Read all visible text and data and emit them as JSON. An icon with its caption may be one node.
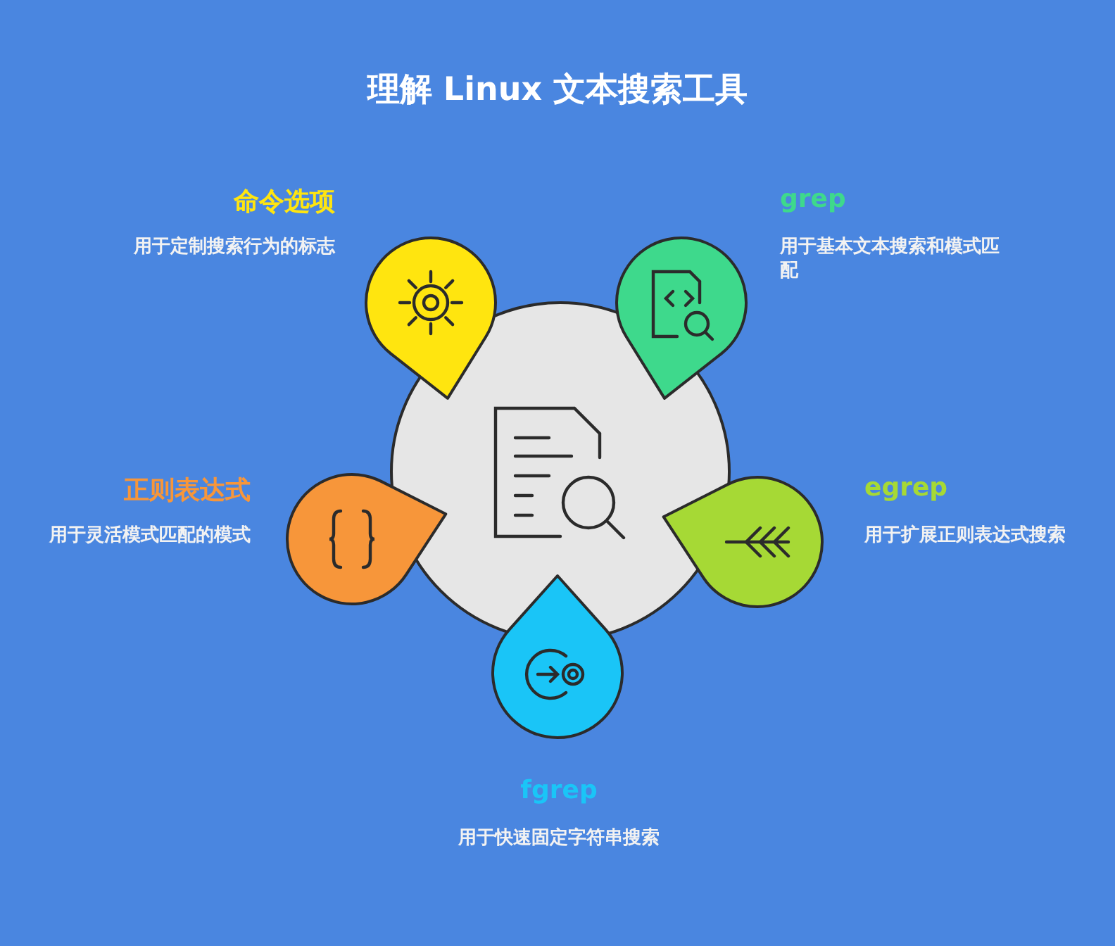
{
  "diagram": {
    "title": "理解 Linux 文本搜索工具",
    "nodes": [
      {
        "text": [
          "命令选项",
          "用于定制搜索行为的标志"
        ]
      },
      {
        "text": [
          "grep",
          "用于基本文本搜索和模式匹配"
        ]
      },
      {
        "text": [],
        "shape": "circle"
      },
      {
        "text": [
          "正则表达式",
          "用于灵活模式匹配的模式"
        ]
      },
      {
        "text": [
          "egrep",
          "用于扩展正则表达式搜索"
        ]
      },
      {
        "text": [
          "fgrep",
          "用于快速固定字符串搜索"
        ]
      }
    ],
    "edges": []
  }
}
